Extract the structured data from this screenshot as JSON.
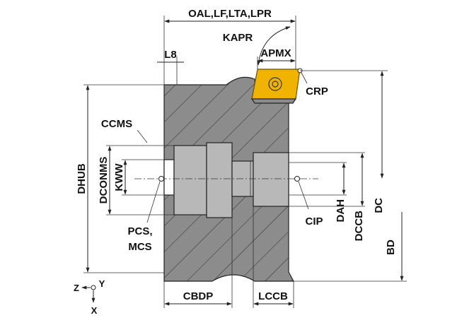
{
  "labels": {
    "oal": "OAL,LF,LTA,LPR",
    "kapr": "KAPR",
    "l8": "L8",
    "apmx": "APMX",
    "crp": "CRP",
    "ccms": "CCMS",
    "dhub": "DHUB",
    "dconms": "DCONMS",
    "kww": "KWW",
    "pcs": "PCS,",
    "mcs": "MCS",
    "cip": "CIP",
    "dah": "DAH",
    "dccb": "DCCB",
    "dc": "DC",
    "bd": "BD",
    "cbdp": "CBDP",
    "lccb": "LCCB",
    "axis_z": "Z",
    "axis_y": "Y",
    "axis_x": "X"
  },
  "colors": {
    "body": "#8c8c8c",
    "bore": "#b8b8b8",
    "insert": "#f0b400",
    "insert_edge": "#6b5000",
    "line": "#222222"
  }
}
